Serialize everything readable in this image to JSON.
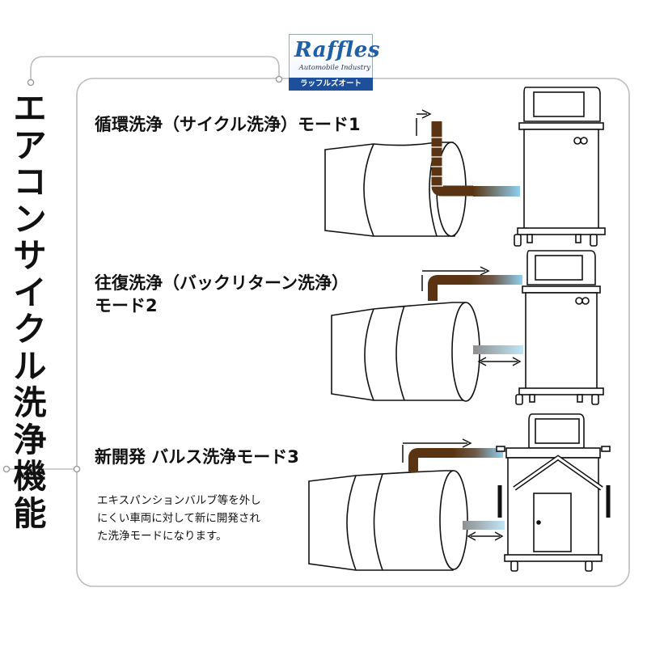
{
  "vertical_title": [
    "エ",
    "ア",
    "コ",
    "ン",
    "サ",
    "イ",
    "ク",
    "ル",
    "洗",
    "浄",
    "機",
    "能"
  ],
  "logo": {
    "wordmark": "Raffles",
    "subtitle": "Automobile Industry",
    "katakana": "ラッフルズオート"
  },
  "modes": [
    {
      "title_lines": [
        "循環洗浄（サイクル洗浄）モード1"
      ]
    },
    {
      "title_lines": [
        "往復洗浄（バックリターン洗浄）",
        "モード2"
      ]
    },
    {
      "title_lines": [
        "新開発 バルス洗浄モード3"
      ]
    }
  ],
  "mode3_description": [
    "エキスパンションバルブ等を外し",
    "にくい車両に対して新に開発され",
    "た洗浄モードになります。"
  ],
  "colors": {
    "frame": "#bdbdbd",
    "pipe_brown": "#5a3412",
    "pipe_blue": "#8fd0f0",
    "outline": "#111111"
  }
}
